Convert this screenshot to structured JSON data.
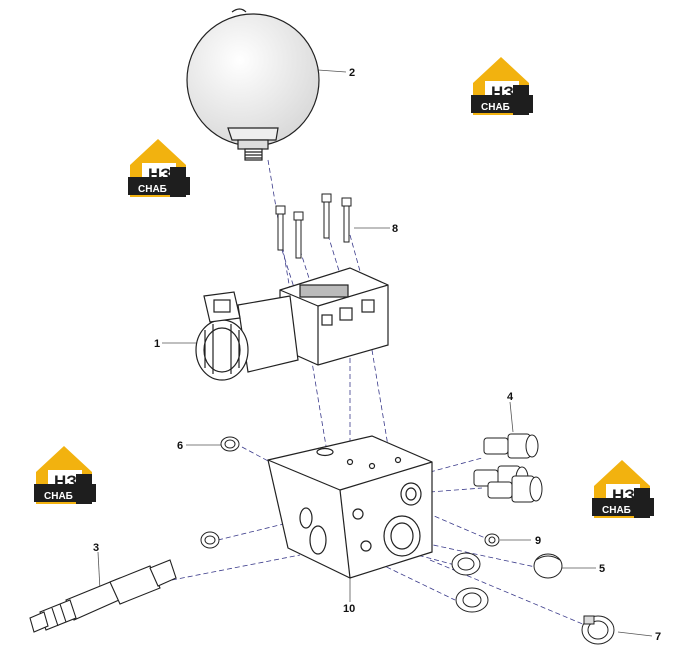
{
  "diagram": {
    "callouts": {
      "c1": "1",
      "c2": "2",
      "c3": "3",
      "c4": "4",
      "c5": "5",
      "c6": "6",
      "c7": "7",
      "c8": "8",
      "c9": "9",
      "c10": "10"
    }
  },
  "watermark": {
    "top_text": "НЗ",
    "bottom_text": "СНАБ",
    "colors": {
      "roof": "#F2B20F",
      "dark": "#1E1E1E",
      "light": "#FFFFFF"
    }
  }
}
